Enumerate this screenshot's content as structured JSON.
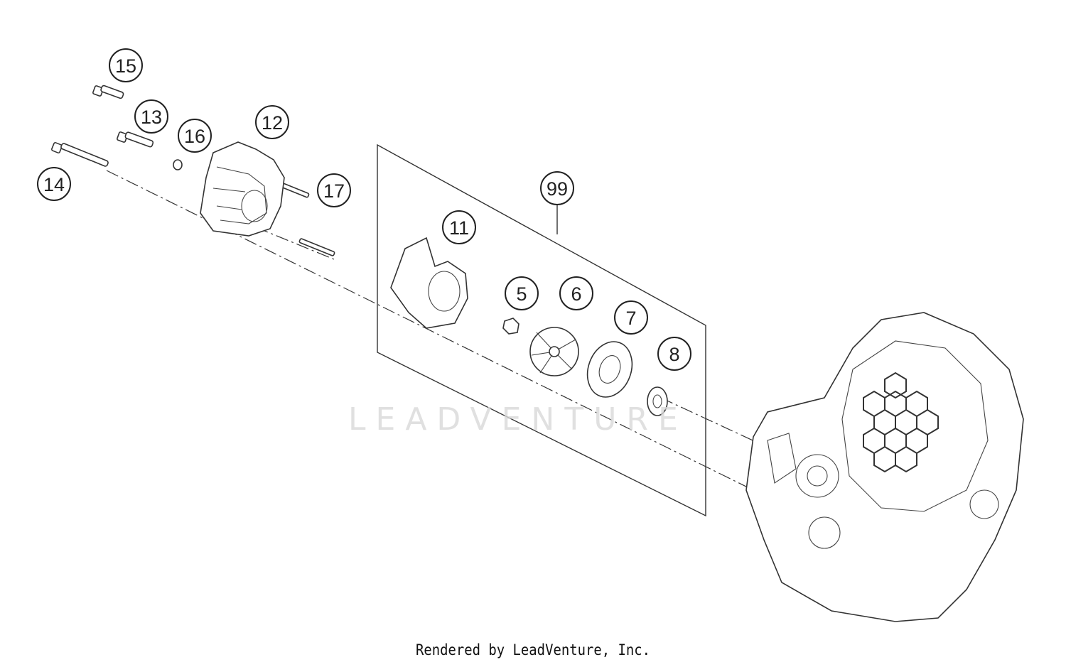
{
  "diagram": {
    "callouts": [
      {
        "label": "15"
      },
      {
        "label": "13"
      },
      {
        "label": "16"
      },
      {
        "label": "12"
      },
      {
        "label": "14"
      },
      {
        "label": "17"
      },
      {
        "label": "99"
      },
      {
        "label": "11"
      },
      {
        "label": "5"
      },
      {
        "label": "6"
      },
      {
        "label": "7"
      },
      {
        "label": "8"
      }
    ],
    "watermark": "LEADVENTURE"
  },
  "footer": {
    "text": "Rendered by LeadVenture, Inc."
  }
}
